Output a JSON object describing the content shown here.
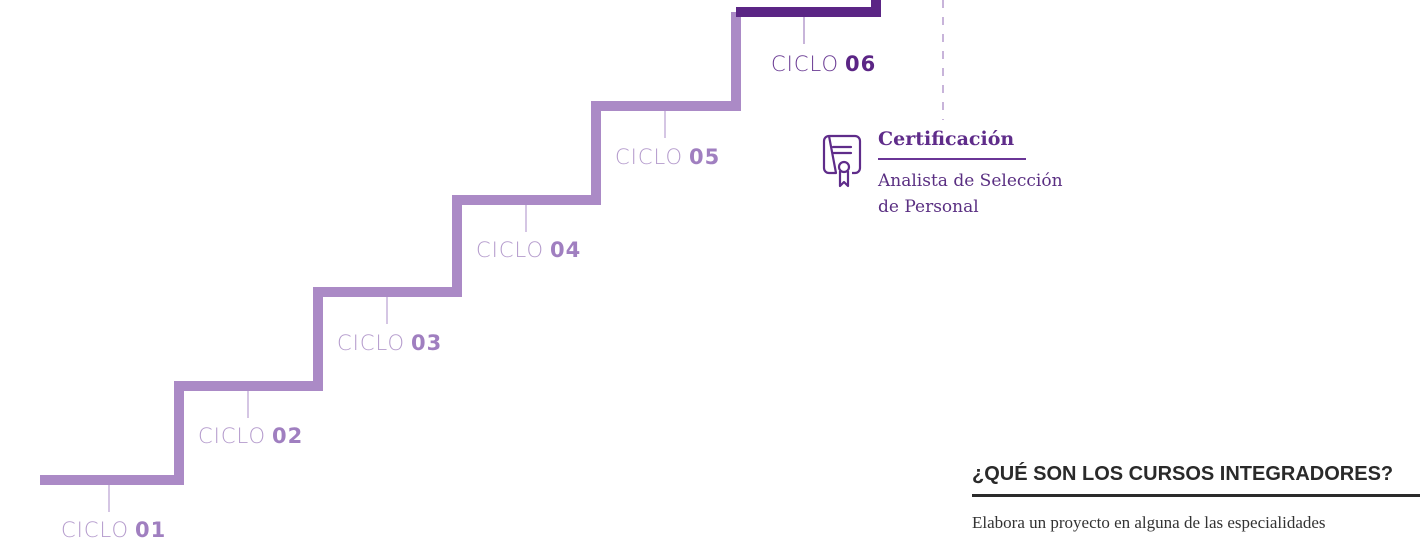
{
  "cycles": [
    {
      "word": "CICLO",
      "num": "01"
    },
    {
      "word": "CICLO",
      "num": "02"
    },
    {
      "word": "CICLO",
      "num": "03"
    },
    {
      "word": "CICLO",
      "num": "04"
    },
    {
      "word": "CICLO",
      "num": "05"
    },
    {
      "word": "CICLO",
      "num": "06"
    }
  ],
  "certification": {
    "title": "Certificación",
    "description_line1": "Analista de Selección",
    "description_line2": "de Personal",
    "icon": "certificate-icon"
  },
  "integrators": {
    "title": "¿QUÉ SON LOS CURSOS INTEGRADORES?",
    "body": "Elabora un proyecto en alguna de las especialidades"
  },
  "colors": {
    "stair_light": "#ab8ac6",
    "stair_dark": "#5b2585",
    "label": "#b59ccd",
    "certification": "#5f2c8a"
  }
}
